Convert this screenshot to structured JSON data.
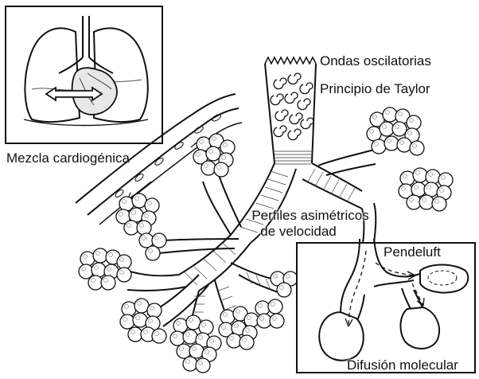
{
  "labels": {
    "oscillatory_waves": "Ondas oscilatorias",
    "taylor_principle": "Principio de Taylor",
    "cardiogenic_mixing": "Mezcla cardiogénica",
    "asymmetric_profiles_line1": "Perfiles asimétricos",
    "asymmetric_profiles_line2": "de velocidad",
    "pendelluft": "Pendeluft",
    "molecular_diffusion": "Difusión molecular"
  }
}
